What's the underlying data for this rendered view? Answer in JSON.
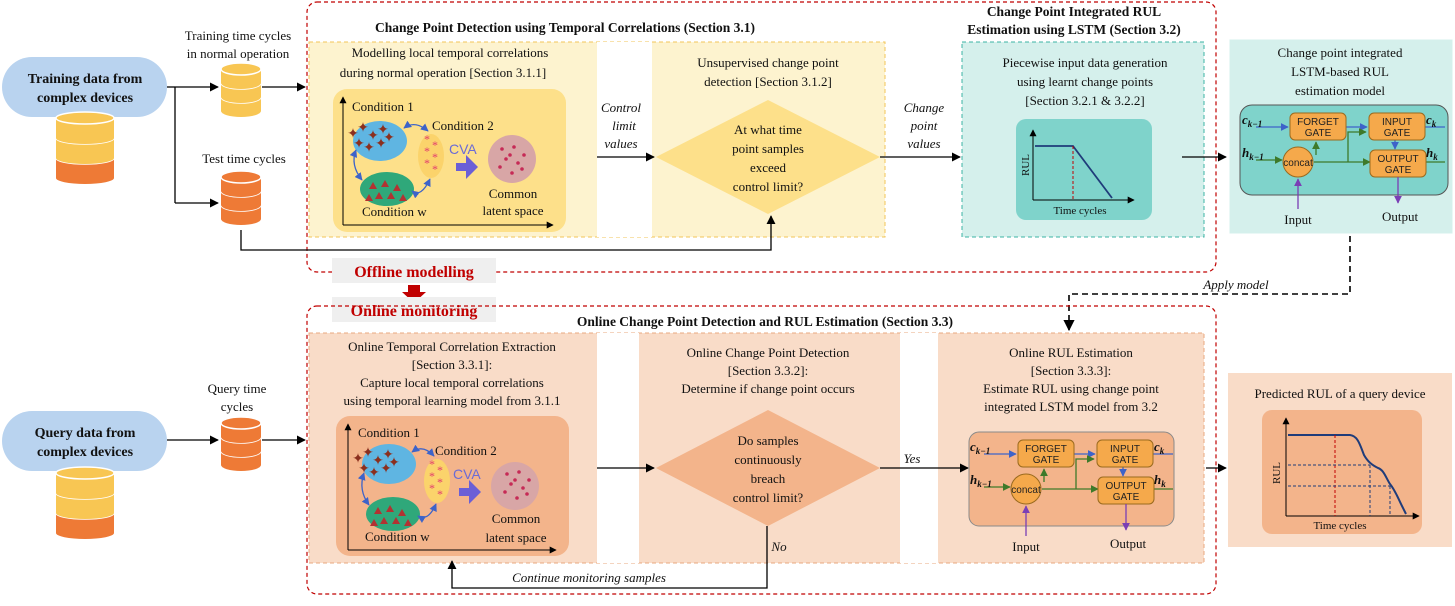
{
  "inputs": {
    "training_data": [
      "Training data from",
      "complex devices"
    ],
    "training_cycles": [
      "Training time cycles",
      "in normal operation"
    ],
    "test_cycles": "Test time cycles",
    "query_data": [
      "Query data from",
      "complex devices"
    ],
    "query_cycles": [
      "Query time",
      "cycles"
    ]
  },
  "offline": {
    "cpd_title": "Change Point Detection using Temporal Correlations (Section 3.1)",
    "rul_title": [
      "Change Point Integrated RUL",
      "Estimation using LSTM (Section 3.2)"
    ],
    "box1": [
      "Modelling local temporal correlations",
      "during normal operation [Section 3.1.1]"
    ],
    "box2": [
      "Unsupervised change point",
      "detection [Section 3.1.2]"
    ],
    "diamond1": [
      "At what time",
      "point samples",
      "exceed",
      "control limit?"
    ],
    "box3": [
      "Piecewise input data generation",
      "using learnt change points",
      "[Section 3.2.1 & 3.2.2]"
    ],
    "control_limit": [
      "Control",
      "limit",
      "values"
    ],
    "change_point_values": [
      "Change",
      "point",
      "values"
    ],
    "model_box": [
      "Change point integrated",
      "LSTM-based RUL",
      "estimation model"
    ]
  },
  "conditions": {
    "c1": "Condition 1",
    "c2": "Condition 2",
    "cw": "Condition w",
    "cva": "CVA",
    "latent": [
      "Common",
      "latent space"
    ]
  },
  "rul_mini": {
    "ylabel": "RUL",
    "xlabel": "Time cycles"
  },
  "lstm": {
    "forget": [
      "FORGET",
      "GATE"
    ],
    "input_gate": [
      "INPUT",
      "GATE"
    ],
    "output_gate": [
      "OUTPUT",
      "GATE"
    ],
    "concat": "concat",
    "c_prev": "c",
    "c_prev_sub": "k−1",
    "c_next": "c",
    "c_next_sub": "k",
    "h_prev": "h",
    "h_prev_sub": "k−1",
    "h_next": "h",
    "h_next_sub": "k",
    "input_label": "Input",
    "output_label": "Output"
  },
  "transition": {
    "offline_label": "Offline modelling",
    "online_label": "Online monitoring",
    "apply_model": "Apply model"
  },
  "online": {
    "title": "Online Change Point Detection and RUL Estimation (Section 3.3)",
    "box1": [
      "Online Temporal Correlation Extraction",
      "[Section 3.3.1]:",
      "Capture local temporal correlations",
      "using temporal learning model from 3.1.1"
    ],
    "box2": [
      "Online Change Point Detection",
      "[Section 3.3.2]:",
      "Determine if change point occurs"
    ],
    "diamond": [
      "Do samples",
      "continuously",
      "breach",
      "control limit?"
    ],
    "box3": [
      "Online RUL Estimation",
      "[Section 3.3.3]:",
      "Estimate RUL using change point",
      "integrated LSTM model from 3.2"
    ],
    "yes": "Yes",
    "no": "No",
    "continue": "Continue monitoring samples",
    "predicted": "Predicted RUL of a query device",
    "pred_ylabel": "RUL",
    "pred_xlabel": "Time cycles"
  },
  "colors": {
    "blue_pill": "#b9d3ef",
    "yellow_box": "#fdf3cf",
    "yellow_inner": "#fde08a",
    "teal_box": "#d5f0ec",
    "teal_inner": "#7fd3cb",
    "peach_box": "#f9dcc8",
    "peach_inner": "#f3b48b",
    "red_dashed": "#c00000",
    "gate": "#f5a94b",
    "db_yellow": "#f8c653",
    "db_orange": "#ee7a36"
  }
}
